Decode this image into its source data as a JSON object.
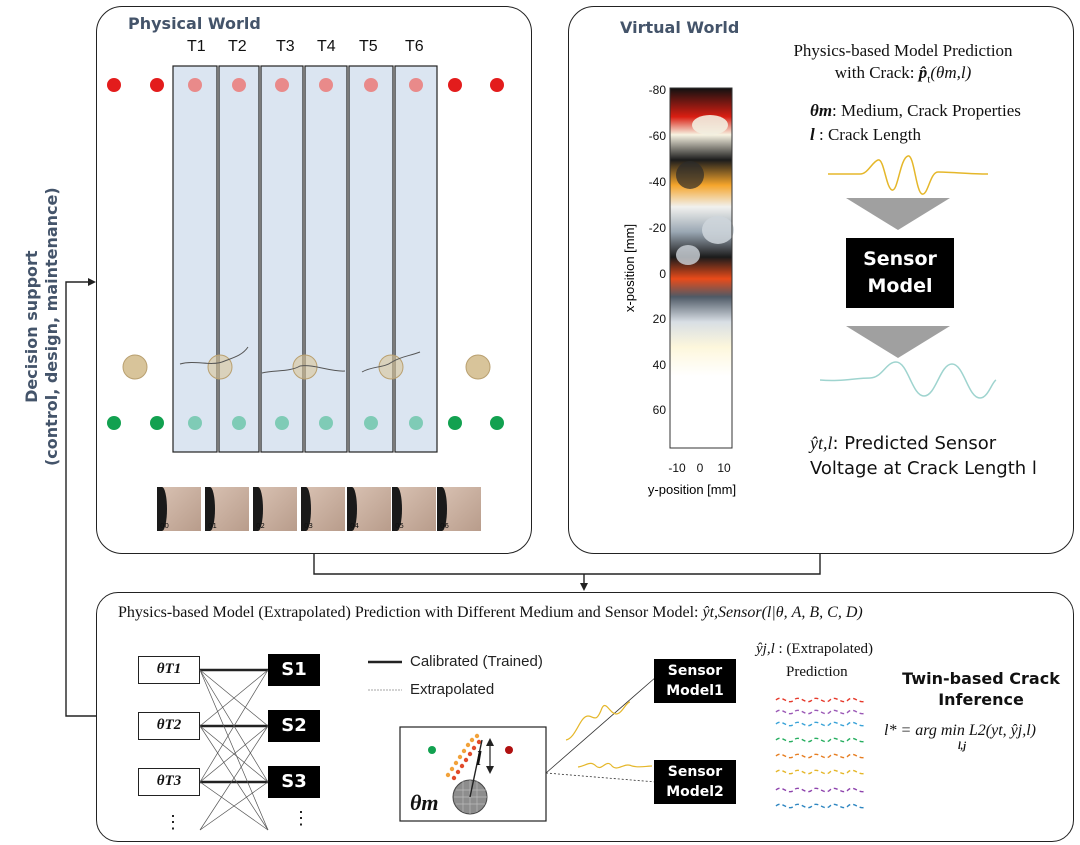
{
  "side_label": {
    "line1": "Decision support",
    "line2": "(control, design, maintenance)"
  },
  "physical": {
    "title": "Physical World",
    "test_labels": [
      "T1",
      "T2",
      "T3",
      "T4",
      "T5",
      "T6"
    ],
    "photo_labels": [
      "00",
      "01",
      "02",
      "03",
      "04",
      "05",
      "06"
    ]
  },
  "virtual": {
    "title": "Virtual World",
    "prediction_line1": "Physics-based Model Prediction",
    "prediction_line2_prefix": "with Crack: ",
    "prediction_symbol": "p̂",
    "prediction_sub": "t",
    "prediction_args": "(θm,l)",
    "theta_symbol": "θm",
    "theta_desc": ": Medium, Crack Properties",
    "l_symbol": "l",
    "l_desc": " : Crack Length",
    "sensor_model_line1": "Sensor",
    "sensor_model_line2": "Model",
    "predicted_symbol": "ŷt,l",
    "predicted_desc_1": ": Predicted Sensor",
    "predicted_desc_2": "Voltage at Crack Length l",
    "heatmap": {
      "xlabel": "y-position [mm]",
      "ylabel": "x-position [mm]",
      "yticks": [
        "-80",
        "-60",
        "-40",
        "-20",
        "0",
        "20",
        "40",
        "60"
      ],
      "xticks": [
        "-10",
        "0",
        "10"
      ]
    }
  },
  "bottom": {
    "title_prefix": "Physics-based Model (Extrapolated) Prediction with Different Medium and Sensor Model: ",
    "title_formula": "ŷt,Sensor(l|θ, A, B, C, D)",
    "thetas": [
      "θT1",
      "θT2",
      "θT3"
    ],
    "sensors": [
      "S1",
      "S2",
      "S3"
    ],
    "dots": "⋮",
    "legend_calibrated": "Calibrated (Trained)",
    "legend_extrapolated": "Extrapolated",
    "theta_m": "θm",
    "crack_l": "l",
    "sensor_model1_line1": "Sensor",
    "sensor_model1_line2": "Model1",
    "sensor_model2_line1": "Sensor",
    "sensor_model2_line2": "Model2",
    "pred_symbol": "ŷj,l",
    "pred_extrap": " : (Extrapolated)",
    "pred_label": "Prediction",
    "twin_line1": "Twin-based Crack",
    "twin_line2": "Inference",
    "formula": "l* = arg min L2(yt, ŷj,l)",
    "formula_sub": "l,j"
  },
  "colors": {
    "title_blue": "#44546a",
    "strip_fill": "#dbe5f1",
    "red_dot": "#e31c1c",
    "pink_dot": "#e98a8a",
    "green_dot": "#12a150",
    "teal_dot": "#7fcbb6",
    "tan_circle": "#d8c49a"
  }
}
